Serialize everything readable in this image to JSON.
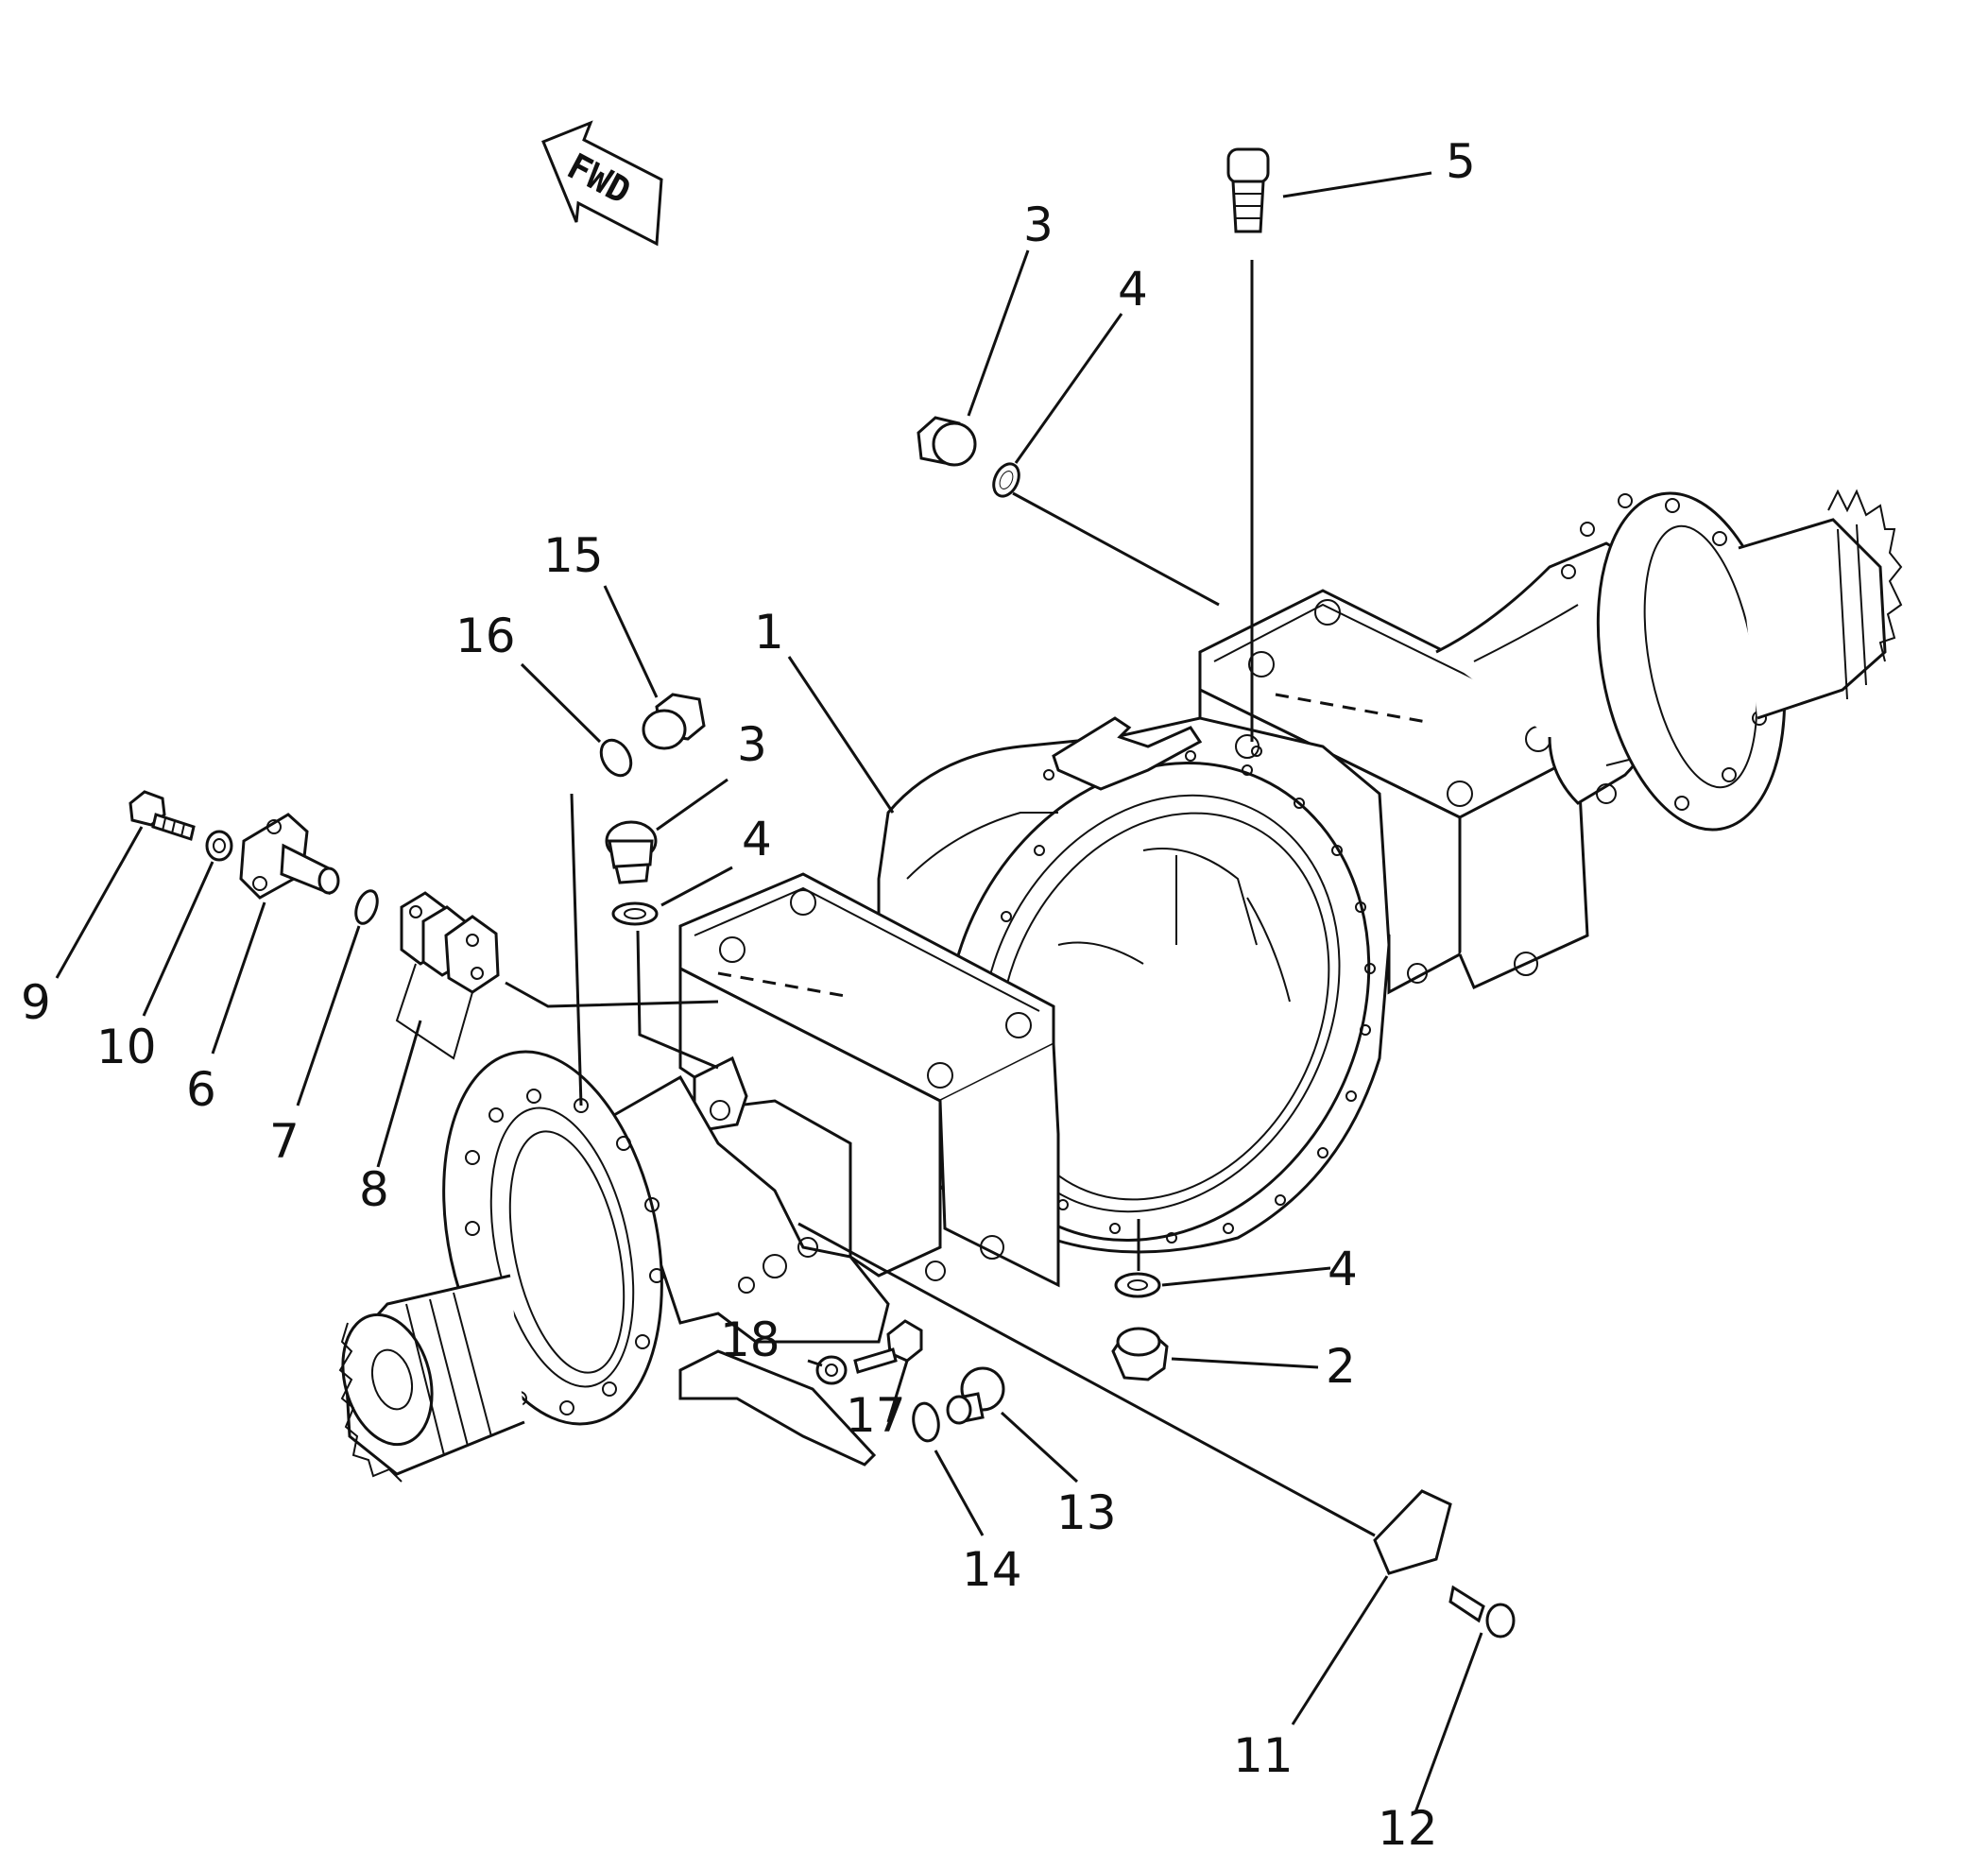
{
  "direction_marker": {
    "text": "FWD"
  },
  "callouts": [
    {
      "id": "c1",
      "text": "1"
    },
    {
      "id": "c2",
      "text": "2"
    },
    {
      "id": "c3a",
      "text": "3"
    },
    {
      "id": "c3b",
      "text": "3"
    },
    {
      "id": "c4a",
      "text": "4"
    },
    {
      "id": "c4b",
      "text": "4"
    },
    {
      "id": "c4c",
      "text": "4"
    },
    {
      "id": "c5",
      "text": "5"
    },
    {
      "id": "c6",
      "text": "6"
    },
    {
      "id": "c7",
      "text": "7"
    },
    {
      "id": "c8",
      "text": "8"
    },
    {
      "id": "c9",
      "text": "9"
    },
    {
      "id": "c10",
      "text": "10"
    },
    {
      "id": "c11",
      "text": "11"
    },
    {
      "id": "c12",
      "text": "12"
    },
    {
      "id": "c13",
      "text": "13"
    },
    {
      "id": "c14",
      "text": "14"
    },
    {
      "id": "c15",
      "text": "15"
    },
    {
      "id": "c16",
      "text": "16"
    },
    {
      "id": "c17",
      "text": "17"
    },
    {
      "id": "c18",
      "text": "18"
    }
  ]
}
